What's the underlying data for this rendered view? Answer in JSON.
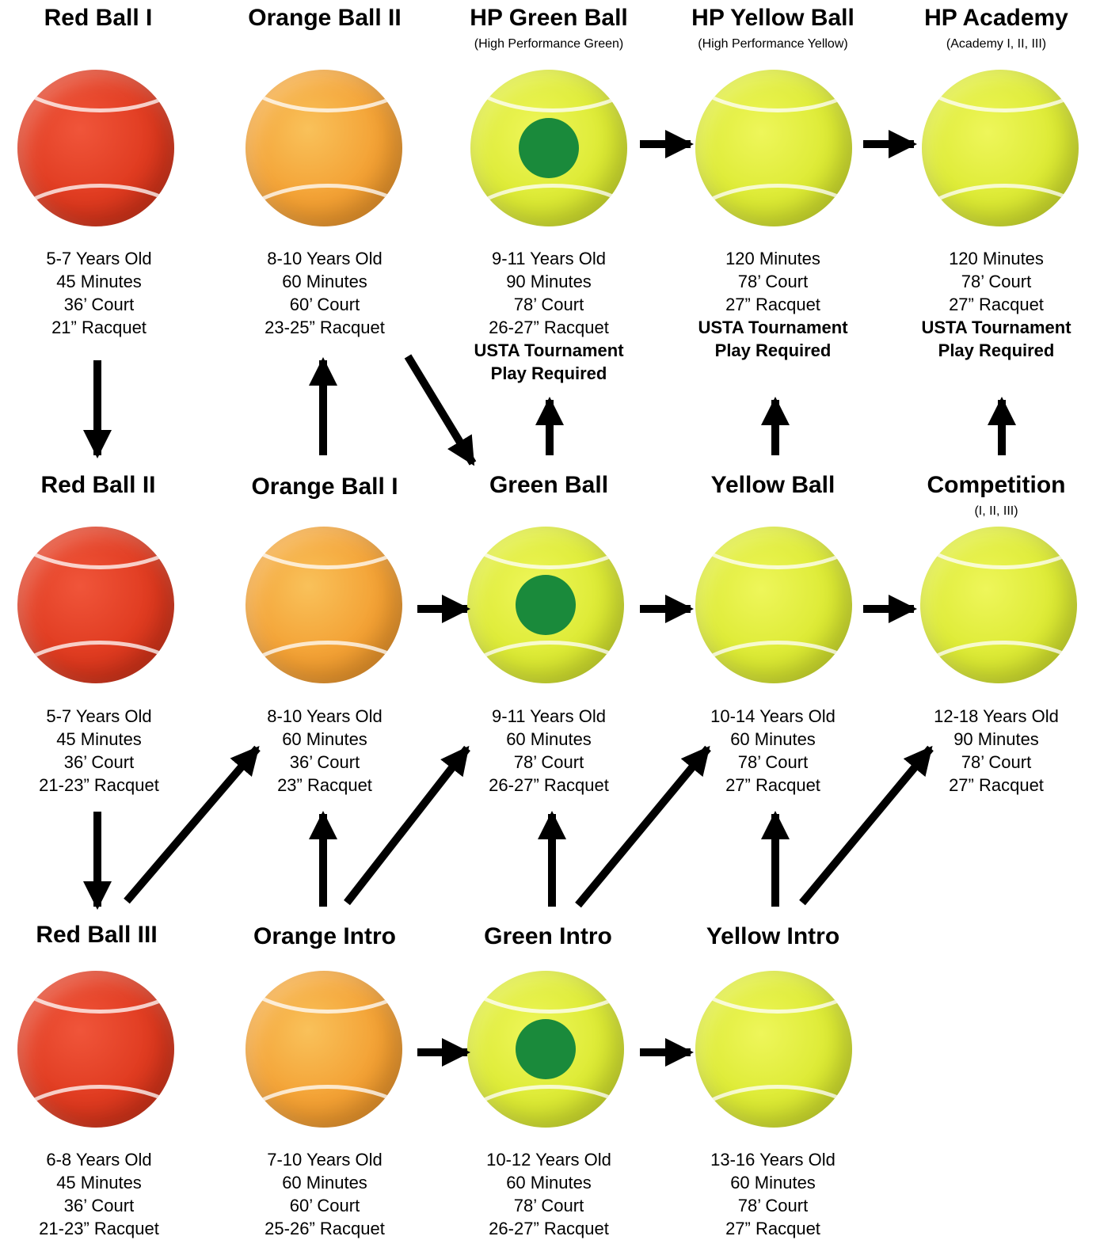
{
  "ball_colors": {
    "red": "#df3a1f",
    "orange": "#f3a033",
    "yellow": "#dcea33",
    "dot": "#1a8a3b"
  },
  "levels": {
    "red_ball_1": {
      "title": "Red Ball I",
      "lines": [
        "5-7 Years Old",
        "45 Minutes",
        "36’ Court",
        "21” Racquet"
      ]
    },
    "orange_ball_2": {
      "title": "Orange Ball II",
      "lines": [
        "8-10 Years Old",
        "60 Minutes",
        "60’ Court",
        "23-25” Racquet"
      ]
    },
    "hp_green_ball": {
      "title": "HP Green Ball",
      "subtitle": "(High Performance Green)",
      "lines": [
        "9-11 Years Old",
        "90 Minutes",
        "78’ Court",
        "26-27” Racquet"
      ],
      "bold_lines": [
        "USTA Tournament",
        "Play Required"
      ]
    },
    "hp_yellow_ball": {
      "title": "HP Yellow Ball",
      "subtitle": "(High Performance Yellow)",
      "lines": [
        "120 Minutes",
        "78’ Court",
        "27” Racquet"
      ],
      "bold_lines": [
        "USTA Tournament",
        "Play Required"
      ]
    },
    "hp_academy": {
      "title": "HP Academy",
      "subtitle": "(Academy I, II, III)",
      "lines": [
        "120 Minutes",
        "78’ Court",
        "27” Racquet"
      ],
      "bold_lines": [
        "USTA Tournament",
        "Play Required"
      ]
    },
    "red_ball_2": {
      "title": "Red Ball II",
      "lines": [
        "5-7 Years Old",
        "45 Minutes",
        "36’ Court",
        "21-23” Racquet"
      ]
    },
    "orange_ball_1": {
      "title": "Orange Ball I",
      "lines": [
        "8-10 Years Old",
        "60 Minutes",
        "36’ Court",
        "23” Racquet"
      ]
    },
    "green_ball": {
      "title": "Green Ball",
      "lines": [
        "9-11 Years Old",
        "60 Minutes",
        "78’ Court",
        "26-27” Racquet"
      ]
    },
    "yellow_ball": {
      "title": "Yellow Ball",
      "lines": [
        "10-14 Years Old",
        "60 Minutes",
        "78’ Court",
        "27” Racquet"
      ]
    },
    "competition": {
      "title": "Competition",
      "subtitle": "(I, II, III)",
      "lines": [
        "12-18 Years Old",
        "90 Minutes",
        "78’ Court",
        "27” Racquet"
      ]
    },
    "red_ball_3": {
      "title": "Red Ball III",
      "lines": [
        "6-8 Years Old",
        "45 Minutes",
        "36’ Court",
        "21-23” Racquet"
      ]
    },
    "orange_intro": {
      "title": "Orange Intro",
      "lines": [
        "7-10 Years Old",
        "60 Minutes",
        "60’ Court",
        "25-26” Racquet"
      ]
    },
    "green_intro": {
      "title": "Green Intro",
      "lines": [
        "10-12 Years Old",
        "60 Minutes",
        "78’ Court",
        "26-27” Racquet"
      ]
    },
    "yellow_intro": {
      "title": "Yellow Intro",
      "lines": [
        "13-16 Years Old",
        "60 Minutes",
        "78’ Court",
        "27” Racquet"
      ]
    }
  }
}
